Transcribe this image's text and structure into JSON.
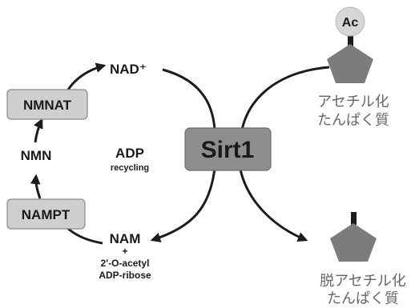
{
  "nodes": {
    "nad": "NAD⁺",
    "nmnat": "NMNAT",
    "nmn": "NMN",
    "nampt": "NAMPT",
    "nam": "NAM",
    "nam_plus": "+",
    "byproduct_line1": "2'-O-acetyl",
    "byproduct_line2": "ADP-ribose",
    "adp": "ADP",
    "adp_sub": "recycling",
    "sirt1": "Sirt1",
    "acetyl_group": "Ac"
  },
  "right_labels": {
    "acetylated_line1": "アセチル化",
    "acetylated_line2": "たんぱく質",
    "deacetylated_line1": "脱アセチル化",
    "deacetylated_line2": "たんぱく質"
  },
  "icons": [
    "acetylated-protein-pentagon-icon",
    "acetyl-group-circle-icon",
    "deacetylated-protein-pentagon-icon"
  ],
  "colors": {
    "box_fill": "#cfcfcf",
    "sirt1_fill": "#8e8e8e",
    "pentagon_fill": "#7c7c7c",
    "japanese_text": "#666666"
  }
}
